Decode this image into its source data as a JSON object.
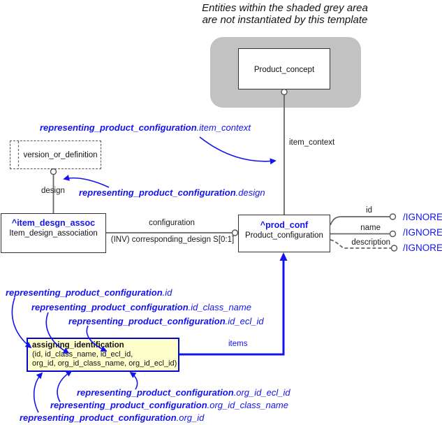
{
  "note": {
    "line1": "Entities within the shaded grey area",
    "line2": "are not instantiated by this template"
  },
  "entities": {
    "product_concept": {
      "name": "Product_concept"
    },
    "version_or_definition": {
      "name": "version_or_definition"
    },
    "item_design_association": {
      "ref": "^item_desgn_assoc",
      "name": "Item_design_association"
    },
    "product_configuration": {
      "ref": "^prod_conf",
      "name": "Product_configuration"
    },
    "assigning_identification": {
      "title": "assigning_identification",
      "attrs_line1": "(id, id_class_name, id_ecl_id,",
      "attrs_line2": "org_id, org_id_class_name, org_id_ecl_id)"
    }
  },
  "edges": {
    "item_context": "item_context",
    "design": "design",
    "configuration": "configuration",
    "configuration_inverse": "(INV) corresponding_design S[0:1]",
    "items": "items"
  },
  "attributes": [
    {
      "label": "id",
      "value": "/IGNORE"
    },
    {
      "label": "name",
      "value": "/IGNORE"
    },
    {
      "label": "description",
      "value": "/IGNORE"
    }
  ],
  "annotations": {
    "prefix": "representing_product_configuration",
    "suffixes": {
      "item_context": ".item_context",
      "design": ".design",
      "id": ".id",
      "id_class_name": ".id_class_name",
      "id_ecl_id": ".id_ecl_id",
      "org_id_ecl_id": ".org_id_ecl_id",
      "org_id_class_name": ".org_id_class_name",
      "org_id": ".org_id"
    }
  },
  "colors": {
    "annotation_blue": "#1414f0",
    "grey_area": "#c2c2c2",
    "instantiated_fill": "#ffffcc",
    "instantiated_border": "#0008cc",
    "connector_line": "#666666"
  }
}
